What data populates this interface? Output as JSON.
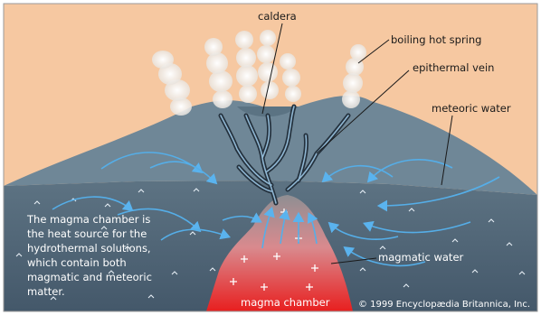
{
  "labels": {
    "caldera": "caldera",
    "boiling_hot_spring": "boiling hot spring",
    "epithermal_vein": "epithermal vein",
    "meteoric_water": "meteoric water",
    "magmatic_water": "magmatic water",
    "magma_chamber": "magma chamber"
  },
  "caption_lines": [
    "The magma chamber is",
    "the heat source for the",
    "hydrothermal solutions,",
    "which contain both",
    "magmatic and meteoric",
    "matter."
  ],
  "copyright": "© 1999 Encyclopædia Britannica, Inc.",
  "colors": {
    "sky": "#f6c8a1",
    "volcano": "#6f8797",
    "ground": "#4e6373",
    "magma": "#e23b3b",
    "arrows": "#55aee8"
  }
}
